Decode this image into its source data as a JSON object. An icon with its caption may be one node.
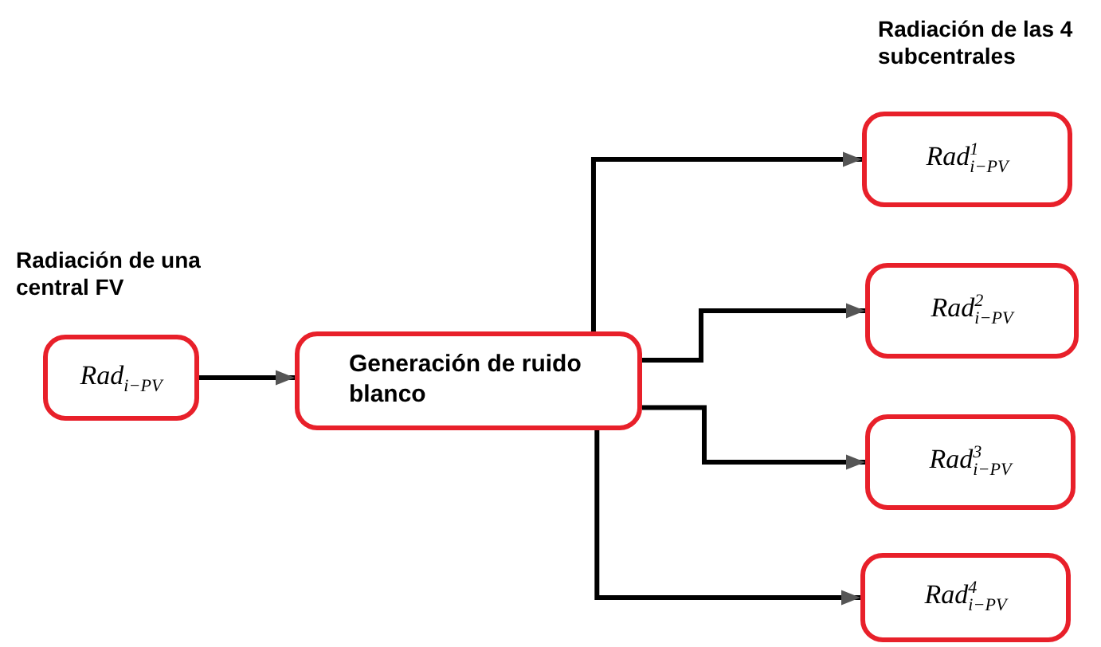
{
  "diagram": {
    "nodes": [
      {
        "text": [
          "Rad$_{i−PV}$"
        ]
      },
      {
        "text": [
          "Generación de ruido blanco"
        ]
      },
      {
        "text": [
          "Rad$^{1}$$_{i−PV}$"
        ]
      },
      {
        "text": [
          "Rad$^{2}$$_{i−PV}$"
        ]
      },
      {
        "text": [
          "Rad$^{3}$$_{i−PV}$"
        ]
      },
      {
        "text": [
          "Rad$^{4}$$_{i−PV}$"
        ]
      }
    ],
    "edges": [
      {
        "from": 0,
        "to": 1,
        "arrow": "to"
      },
      {
        "from": 1,
        "to": 2,
        "arrow": "to"
      },
      {
        "from": 1,
        "to": 3,
        "arrow": "to"
      },
      {
        "from": 1,
        "to": 4,
        "arrow": "to"
      },
      {
        "from": 1,
        "to": 5,
        "arrow": "to"
      }
    ],
    "labels": [
      "Radiación de las 4 subcentrales",
      "Radiación de una central FV"
    ]
  }
}
